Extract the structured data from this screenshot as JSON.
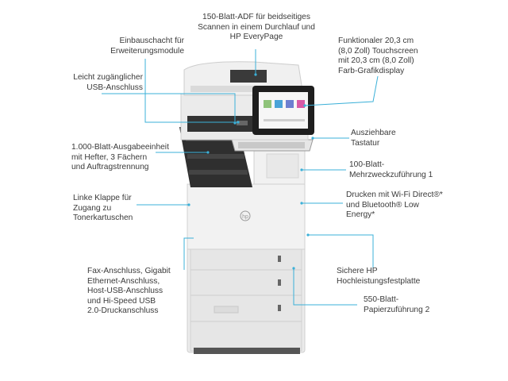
{
  "colors": {
    "callout_line": "#3bb0d8",
    "body_light": "#ececec",
    "body_dark": "#2b2b2b",
    "accent": "#0096d6"
  },
  "labels": {
    "adf": "150-Blatt-ADF für beidseitiges\nScannen in einem Durchlauf und\nHP EveryPage",
    "expansion_slot": "Einbauschacht für\nErweiterungsmodule",
    "touchscreen": "Funktionaler 20,3 cm\n(8,0 Zoll) Touchscreen\nmit 20,3 cm (8,0 Zoll)\nFarb-Grafikdisplay",
    "usb_access": "Leicht zugänglicher\nUSB-Anschluss",
    "keyboard": "Ausziehbare\nTastatur",
    "output_unit": "1.000-Blatt-Ausgabeeinheit\nmit Hefter,  3 Fächern\nund Auftragstrennung",
    "mp_tray": "100-Blatt-\nMehrzweckzuführung 1",
    "left_door": "Linke Klappe für\nZugang zu\nTonerkartuschen",
    "wireless": "Drucken mit Wi-Fi Direct®*\nund Bluetooth® Low\nEnergy*",
    "hard_disk": "Sichere HP\nHochleistungsfestplatte",
    "ports": "Fax-Anschluss, Gigabit\nEthernet-Anschluss,\nHost-USB-Anschluss\nund Hi-Speed USB\n2.0-Druckanschluss",
    "tray2": "550-Blatt-\nPapierzuführung 2"
  },
  "logo_text": "hp"
}
